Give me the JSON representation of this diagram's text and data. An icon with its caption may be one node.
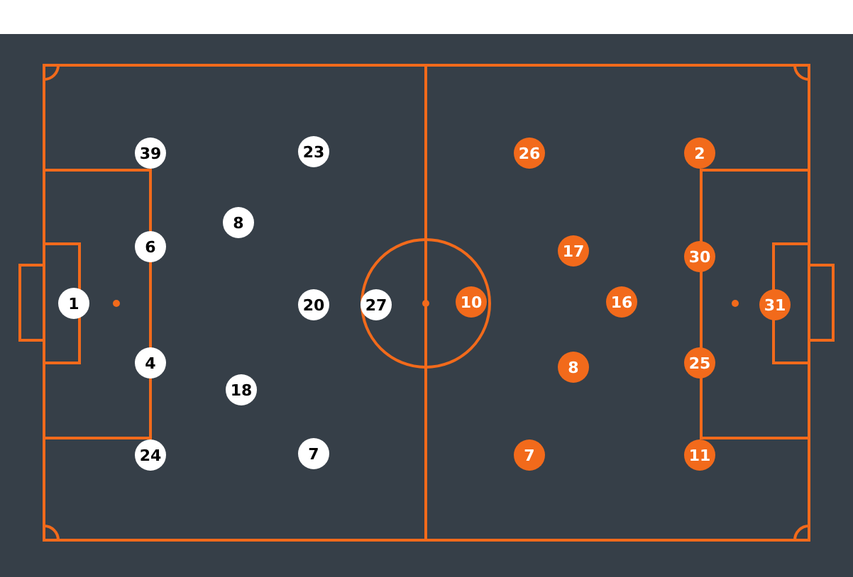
{
  "diagram": {
    "nodes": [
      {
        "text": [
          "1"
        ]
      },
      {
        "text": [
          "39"
        ]
      },
      {
        "text": [
          "6"
        ]
      },
      {
        "text": [
          "4"
        ]
      },
      {
        "text": [
          "24"
        ]
      },
      {
        "text": [
          "8"
        ]
      },
      {
        "text": [
          "18"
        ]
      },
      {
        "text": [
          "23"
        ]
      },
      {
        "text": [
          "20"
        ]
      },
      {
        "text": [
          "7"
        ]
      },
      {
        "text": [
          "27"
        ]
      },
      {
        "text": [
          "10"
        ]
      },
      {
        "text": [
          "26"
        ]
      },
      {
        "text": [
          "17"
        ]
      },
      {
        "text": [
          "8"
        ]
      },
      {
        "text": [
          "7"
        ]
      },
      {
        "text": [
          "16"
        ]
      },
      {
        "text": [
          "2"
        ]
      },
      {
        "text": [
          "30"
        ]
      },
      {
        "text": [
          "25"
        ]
      },
      {
        "text": [
          "11"
        ]
      },
      {
        "text": [
          "31"
        ]
      }
    ]
  }
}
